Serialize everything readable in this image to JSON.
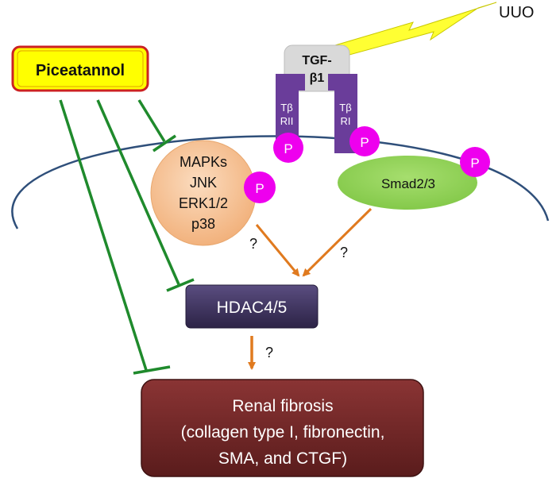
{
  "stimulus": {
    "label": "UUO"
  },
  "drug": {
    "label": "Piceatannol"
  },
  "ligand": {
    "line1": "TGF-",
    "line2": "β1"
  },
  "receptors": {
    "left": {
      "line1": "Tβ",
      "line2": "RII"
    },
    "right": {
      "line1": "Tβ",
      "line2": "RI"
    }
  },
  "phospho_label": "P",
  "mapks": {
    "line1": "MAPKs",
    "line2": "JNK",
    "line3": "ERK1/2",
    "line4": "p38"
  },
  "smad": {
    "label": "Smad2/3"
  },
  "hdac": {
    "label": "HDAC4/5"
  },
  "unknown_marks": {
    "mapk_to_hdac": "?",
    "smad_to_hdac": "?",
    "hdac_to_fibrosis": "?"
  },
  "fibrosis": {
    "line1": "Renal fibrosis",
    "line2": "(collagen type I, fibronectin,",
    "line3": "SMA, and CTGF)"
  },
  "colors": {
    "inhibition": "#1f8a2c",
    "activation": "#e07a1f",
    "membrane": "#2f4f7a",
    "receptor": "#6a3d9a",
    "phospho": "#ee00ee",
    "mapk_fill": "#f6c89f",
    "smad_fill": "#93d45a",
    "hdac_fill": "#3b2f5c",
    "fibrosis_fill": "#6b2323",
    "drug_fill": "#ffff00",
    "drug_border": "#cc2222",
    "ligand_fill": "#d9d9d9",
    "lightning": "#ffff33"
  }
}
